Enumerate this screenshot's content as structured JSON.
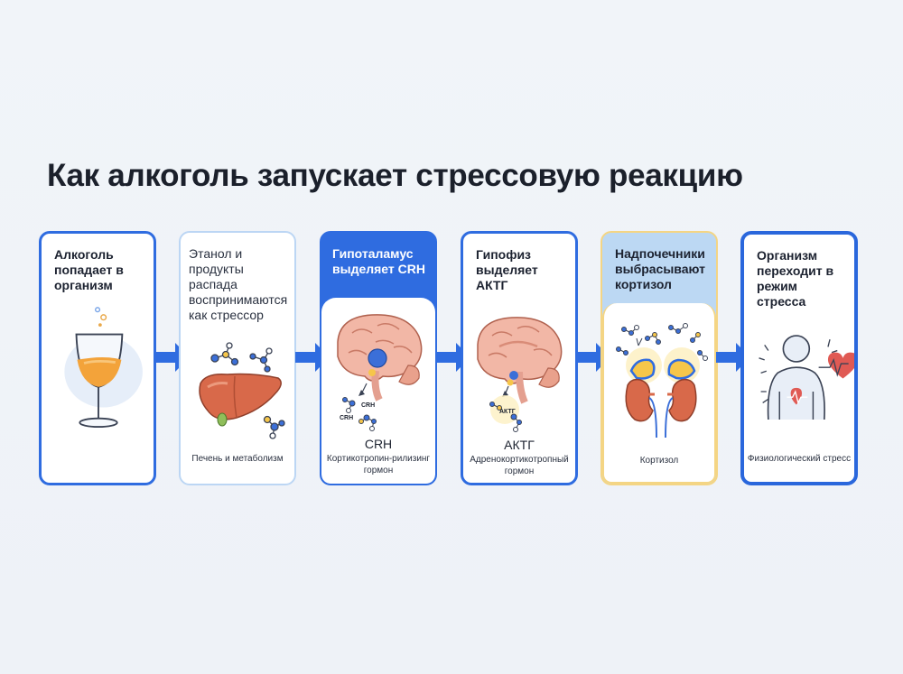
{
  "title": "Как алкоголь запускает стрессовую реакцию",
  "colors": {
    "accent": "#2f6ce0",
    "amber": "#f4d584",
    "light_blue": "#bcd8f3"
  },
  "steps": [
    {
      "title": "Алкоголь попадает в организм",
      "icon": "wine-glass-icon"
    },
    {
      "title": "Этанол и продукты распада воспринимаются как стрессор",
      "icon": "liver-icon",
      "caption": "Печень и метаболизм"
    },
    {
      "title": "Гипоталамус выделяет CRH",
      "icon": "brain-hypothalamus-icon",
      "label": "CRH",
      "caption": "Кортикотропин-рилизинг гормон",
      "molecule_labels": [
        "CRH",
        "CRH"
      ]
    },
    {
      "title": "Гипофиз выделяет АКТГ",
      "icon": "brain-pituitary-icon",
      "label": "АКТГ",
      "caption": "Адренокортикотропный гормон",
      "molecule_label": "АКТГ"
    },
    {
      "title": "Надпочечники выбрасывают кортизол",
      "icon": "kidneys-adrenal-icon",
      "caption": "Кортизол"
    },
    {
      "title": "Организм переходит в режим стресса",
      "icon": "stressed-body-icon",
      "caption": "Физиологический стресс"
    }
  ]
}
